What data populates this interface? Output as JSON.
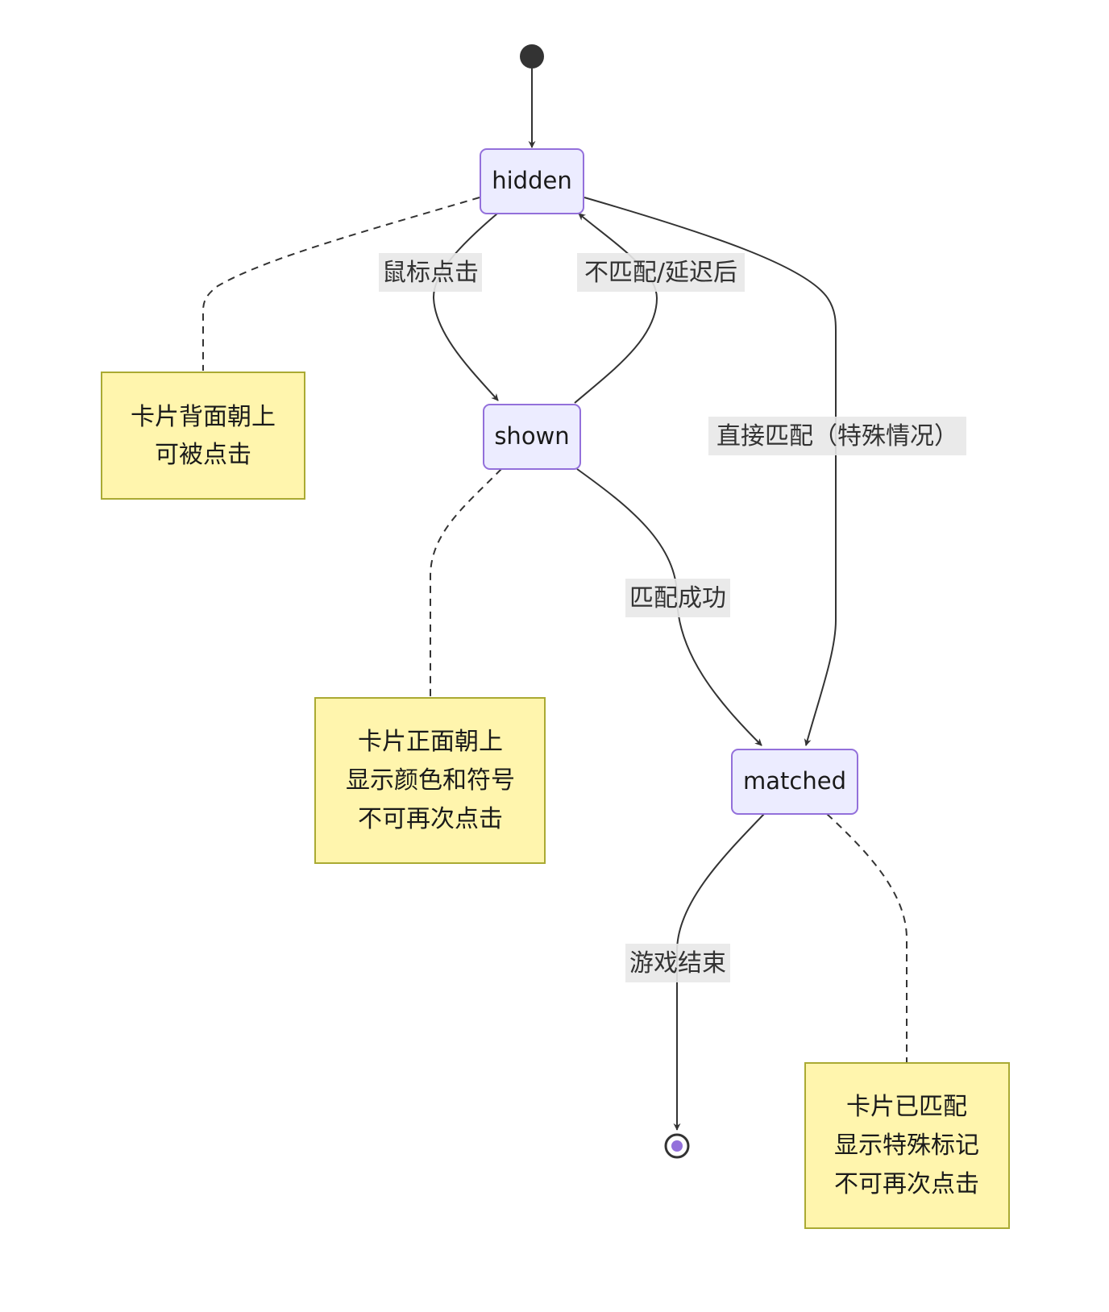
{
  "states": {
    "hidden": "hidden",
    "shown": "shown",
    "matched": "matched"
  },
  "transitions": {
    "click": "鼠标点击",
    "no_match": "不匹配/延迟后",
    "direct_match": "直接匹配（特殊情况）",
    "match_success": "匹配成功",
    "game_over": "游戏结束"
  },
  "notes": {
    "hidden": [
      "卡片背面朝上",
      "可被点击"
    ],
    "shown": [
      "卡片正面朝上",
      "显示颜色和符号",
      "不可再次点击"
    ],
    "matched": [
      "卡片已匹配",
      "显示特殊标记",
      "不可再次点击"
    ]
  },
  "colors": {
    "state_fill": "#ECECFF",
    "state_stroke": "#9370DB",
    "note_fill": "#FFF5AD",
    "note_stroke": "#AAAA33",
    "edge": "#333333",
    "end_inner": "#9370DB"
  }
}
